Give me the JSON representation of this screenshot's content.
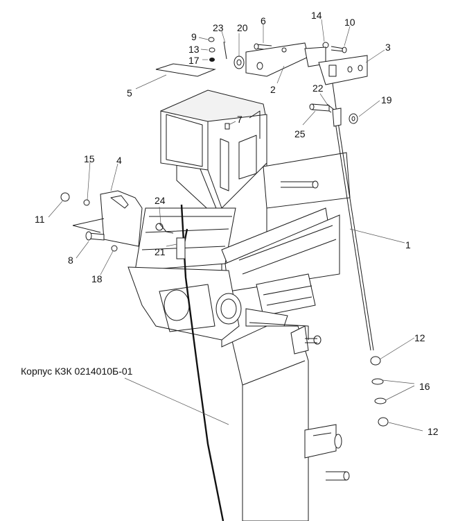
{
  "caption": "Корпус КЗК 0214010Б-01",
  "callouts": {
    "c1": "1",
    "c2": "2",
    "c3": "3",
    "c4": "4",
    "c5": "5",
    "c6": "6",
    "c7": "7",
    "c8": "8",
    "c9": "9",
    "c10": "10",
    "c11": "11",
    "c12a": "12",
    "c12b": "12",
    "c13": "13",
    "c14": "14",
    "c15": "15",
    "c16": "16",
    "c17": "17",
    "c18": "18",
    "c19": "19",
    "c20": "20",
    "c21": "21",
    "c22": "22",
    "c23": "23",
    "c24": "24",
    "c25": "25"
  }
}
